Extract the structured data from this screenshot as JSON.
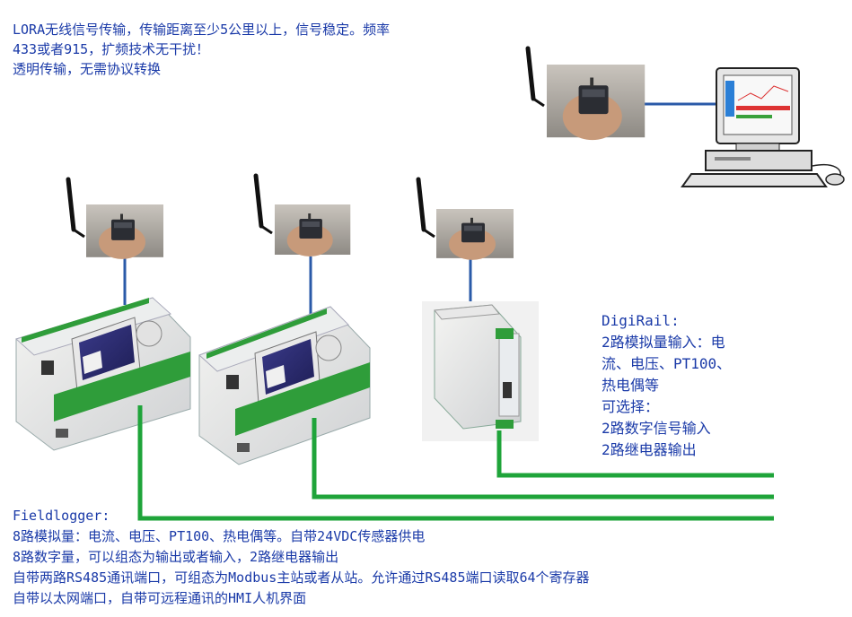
{
  "top_note": {
    "lines": [
      "LORA无线信号传输，传输距离至少5公里以上，信号稳定。频率",
      "433或者915，扩频技术无干扰！",
      "透明传输，无需协议转换"
    ]
  },
  "digirail_note": {
    "lines": [
      "DigiRail:",
      "2路模拟量输入：电",
      "流、电压、PT100、",
      "热电偶等",
      "可选择：",
      "2路数字信号输入",
      "2路继电器输出"
    ]
  },
  "fieldlogger_note": {
    "lines": [
      "Fieldlogger:",
      "8路模拟量：电流、电压、PT100、热电偶等。自带24VDC传感器供电",
      "8路数字量，可以组态为输出或者输入，2路继电器输出",
      "自带两路RS485通讯端口，可组态为Modbus主站或者从站。允许通过RS485端口读取64个寄存器",
      "自带以太网端口，自带可远程通讯的HMI人机界面"
    ]
  },
  "colors": {
    "text": "#1a3aa8",
    "link_line": "#2a5aa8",
    "bus_line": "#1fa43a"
  }
}
